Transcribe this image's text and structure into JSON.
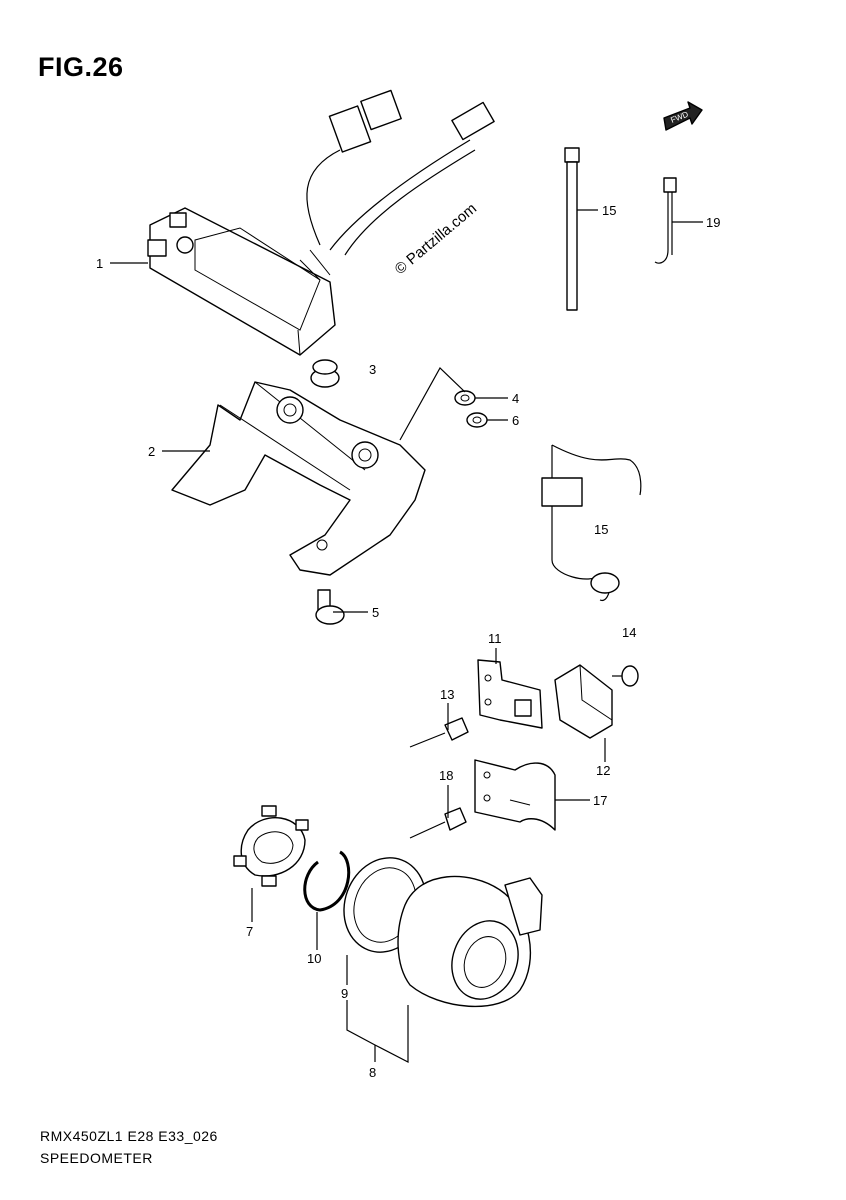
{
  "figure": {
    "title": "FIG.26",
    "model_code": "RMX450ZL1 E28 E33_026",
    "section_name": "SPEEDOMETER",
    "watermark": "© Partzilla.com",
    "fwd_arrow_text": "FWD"
  },
  "callouts": [
    {
      "id": "callout-1",
      "text": "1"
    },
    {
      "id": "callout-2",
      "text": "2"
    },
    {
      "id": "callout-3",
      "text": "3"
    },
    {
      "id": "callout-4",
      "text": "4"
    },
    {
      "id": "callout-5",
      "text": "5"
    },
    {
      "id": "callout-6",
      "text": "6"
    },
    {
      "id": "callout-7",
      "text": "7"
    },
    {
      "id": "callout-8",
      "text": "8"
    },
    {
      "id": "callout-9",
      "text": "9"
    },
    {
      "id": "callout-10",
      "text": "10"
    },
    {
      "id": "callout-11",
      "text": "11"
    },
    {
      "id": "callout-12",
      "text": "12"
    },
    {
      "id": "callout-13",
      "text": "13"
    },
    {
      "id": "callout-14",
      "text": "14"
    },
    {
      "id": "callout-15a",
      "text": "15"
    },
    {
      "id": "callout-15b",
      "text": "15"
    },
    {
      "id": "callout-17",
      "text": "17"
    },
    {
      "id": "callout-18",
      "text": "18"
    },
    {
      "id": "callout-19",
      "text": "19"
    }
  ]
}
